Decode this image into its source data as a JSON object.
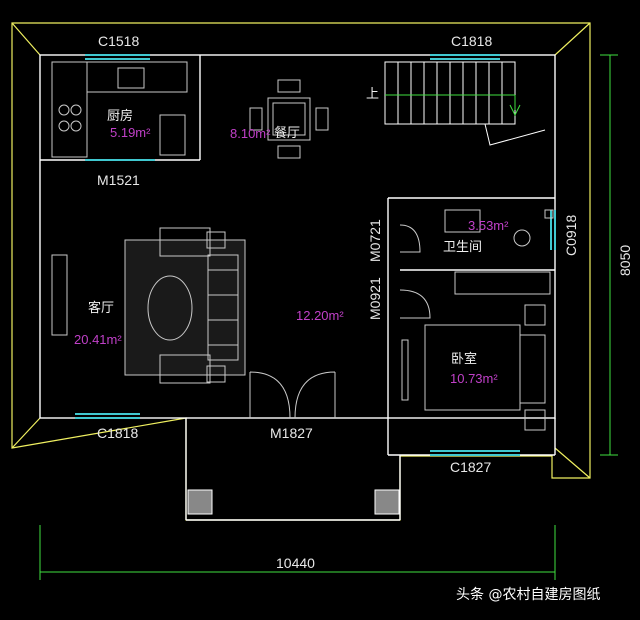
{
  "windows": {
    "kitchen_top": "C1518",
    "stair_top": "C1818",
    "bath_right": "C0918",
    "living_bottom": "C1818",
    "bedroom_bottom": "C1827"
  },
  "doors": {
    "kitchen": "M1521",
    "entrance": "M1827",
    "bathroom": "M0721",
    "bedroom": "M0921"
  },
  "rooms": {
    "kitchen": {
      "name": "厨房",
      "area": "5.19m²"
    },
    "dining": {
      "name": "餐厅",
      "area": "8.10m²"
    },
    "living": {
      "name": "客厅",
      "area": "20.41m²"
    },
    "hall": {
      "area": "12.20m²"
    },
    "bathroom": {
      "name": "卫生间",
      "area": "3.53m²"
    },
    "bedroom": {
      "name": "卧室",
      "area": "10.73m²"
    }
  },
  "stair": {
    "up_label": "上"
  },
  "dimensions": {
    "width": "10440",
    "depth": "8050"
  },
  "watermark": "头条 @农村自建房图纸",
  "colors": {
    "wall": "#f0f060",
    "window": "#40c8d0",
    "dim_line": "#40e040",
    "area_text": "#c040c8",
    "furniture": "#c8c8c8",
    "stair": "#ffffff"
  }
}
